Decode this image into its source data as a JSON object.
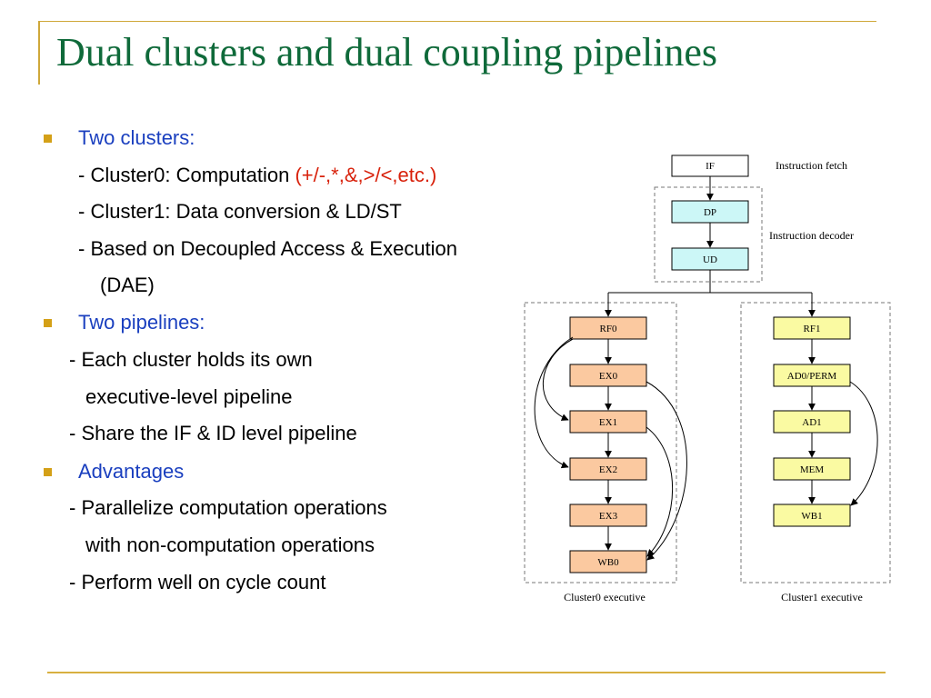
{
  "slide": {
    "title": "Dual clusters and dual coupling pipelines",
    "bullets": [
      {
        "heading": "Two clusters:",
        "lines": [
          {
            "text": "- Cluster0: Computation ",
            "highlight": "(+/-,*,&,>/<,etc.)"
          },
          {
            "text": "- Cluster1: Data conversion & LD/ST"
          },
          {
            "text": "- Based on Decoupled Access & Execution"
          },
          {
            "text": "(DAE)"
          }
        ]
      },
      {
        "heading": "Two pipelines:",
        "lines": [
          {
            "text": "- Each cluster holds its own"
          },
          {
            "text": "executive-level pipeline"
          },
          {
            "text": "- Share the IF & ID level pipeline"
          }
        ]
      },
      {
        "heading": "Advantages",
        "lines": [
          {
            "text": "- Parallelize computation operations"
          },
          {
            "text": "with non-computation operations"
          },
          {
            "text": "- Perform well on cycle count"
          }
        ]
      }
    ]
  },
  "diagram": {
    "shared": {
      "if": "IF",
      "dp": "DP",
      "ud": "UD",
      "label_fetch": "Instruction fetch",
      "label_decoder": "Instruction decoder"
    },
    "cluster0": {
      "caption": "Cluster0 executive",
      "stages": [
        "RF0",
        "EX0",
        "EX1",
        "EX2",
        "EX3",
        "WB0"
      ]
    },
    "cluster1": {
      "caption": "Cluster1 executive",
      "stages": [
        "RF1",
        "AD0/PERM",
        "AD1",
        "MEM",
        "WB1"
      ]
    },
    "colors": {
      "title": "#0f6a3a",
      "heading": "#1a3fbf",
      "highlight": "#d8210b",
      "bullet": "#d4a017",
      "decoder_fill": "#ccf7f7",
      "cluster0_fill": "#fbc9a0",
      "cluster1_fill": "#fafaa2"
    }
  }
}
